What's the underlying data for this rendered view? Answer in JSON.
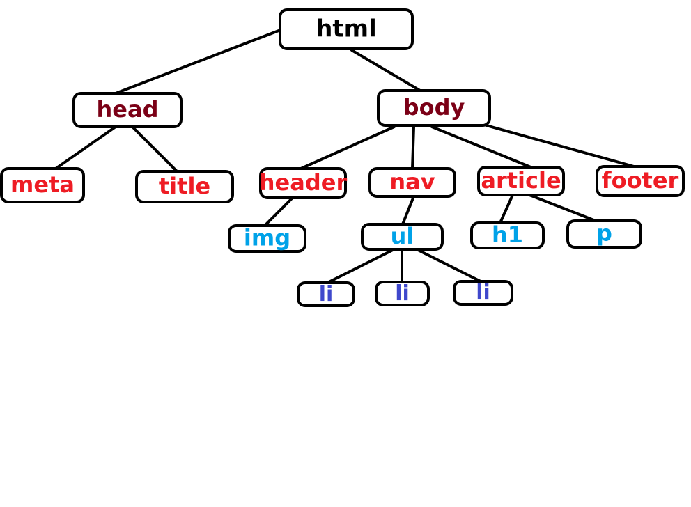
{
  "colors": {
    "root": "#000000",
    "level1": "#7b0016",
    "level2": "#ee1c24",
    "level3": "#00a2e8",
    "level4": "#3f48cc",
    "stroke": "#000000",
    "background": "#ffffff"
  },
  "tree": {
    "root": "html",
    "nodes": [
      {
        "id": "html",
        "label": "html",
        "level": "root",
        "parent": null
      },
      {
        "id": "head",
        "label": "head",
        "level": "level1",
        "parent": "html"
      },
      {
        "id": "body",
        "label": "body",
        "level": "level1",
        "parent": "html"
      },
      {
        "id": "meta",
        "label": "meta",
        "level": "level2",
        "parent": "head"
      },
      {
        "id": "title",
        "label": "title",
        "level": "level2",
        "parent": "head"
      },
      {
        "id": "header",
        "label": "header",
        "level": "level2",
        "parent": "body"
      },
      {
        "id": "nav",
        "label": "nav",
        "level": "level2",
        "parent": "body"
      },
      {
        "id": "article",
        "label": "article",
        "level": "level2",
        "parent": "body"
      },
      {
        "id": "footer",
        "label": "footer",
        "level": "level2",
        "parent": "body"
      },
      {
        "id": "img",
        "label": "img",
        "level": "level3",
        "parent": "header"
      },
      {
        "id": "ul",
        "label": "ul",
        "level": "level3",
        "parent": "nav"
      },
      {
        "id": "h1",
        "label": "h1",
        "level": "level3",
        "parent": "article"
      },
      {
        "id": "p",
        "label": "p",
        "level": "level3",
        "parent": "article"
      },
      {
        "id": "li-1",
        "label": "li",
        "level": "level4",
        "parent": "ul"
      },
      {
        "id": "li-2",
        "label": "li",
        "level": "level4",
        "parent": "ul"
      },
      {
        "id": "li-3",
        "label": "li",
        "level": "level4",
        "parent": "ul"
      }
    ]
  }
}
